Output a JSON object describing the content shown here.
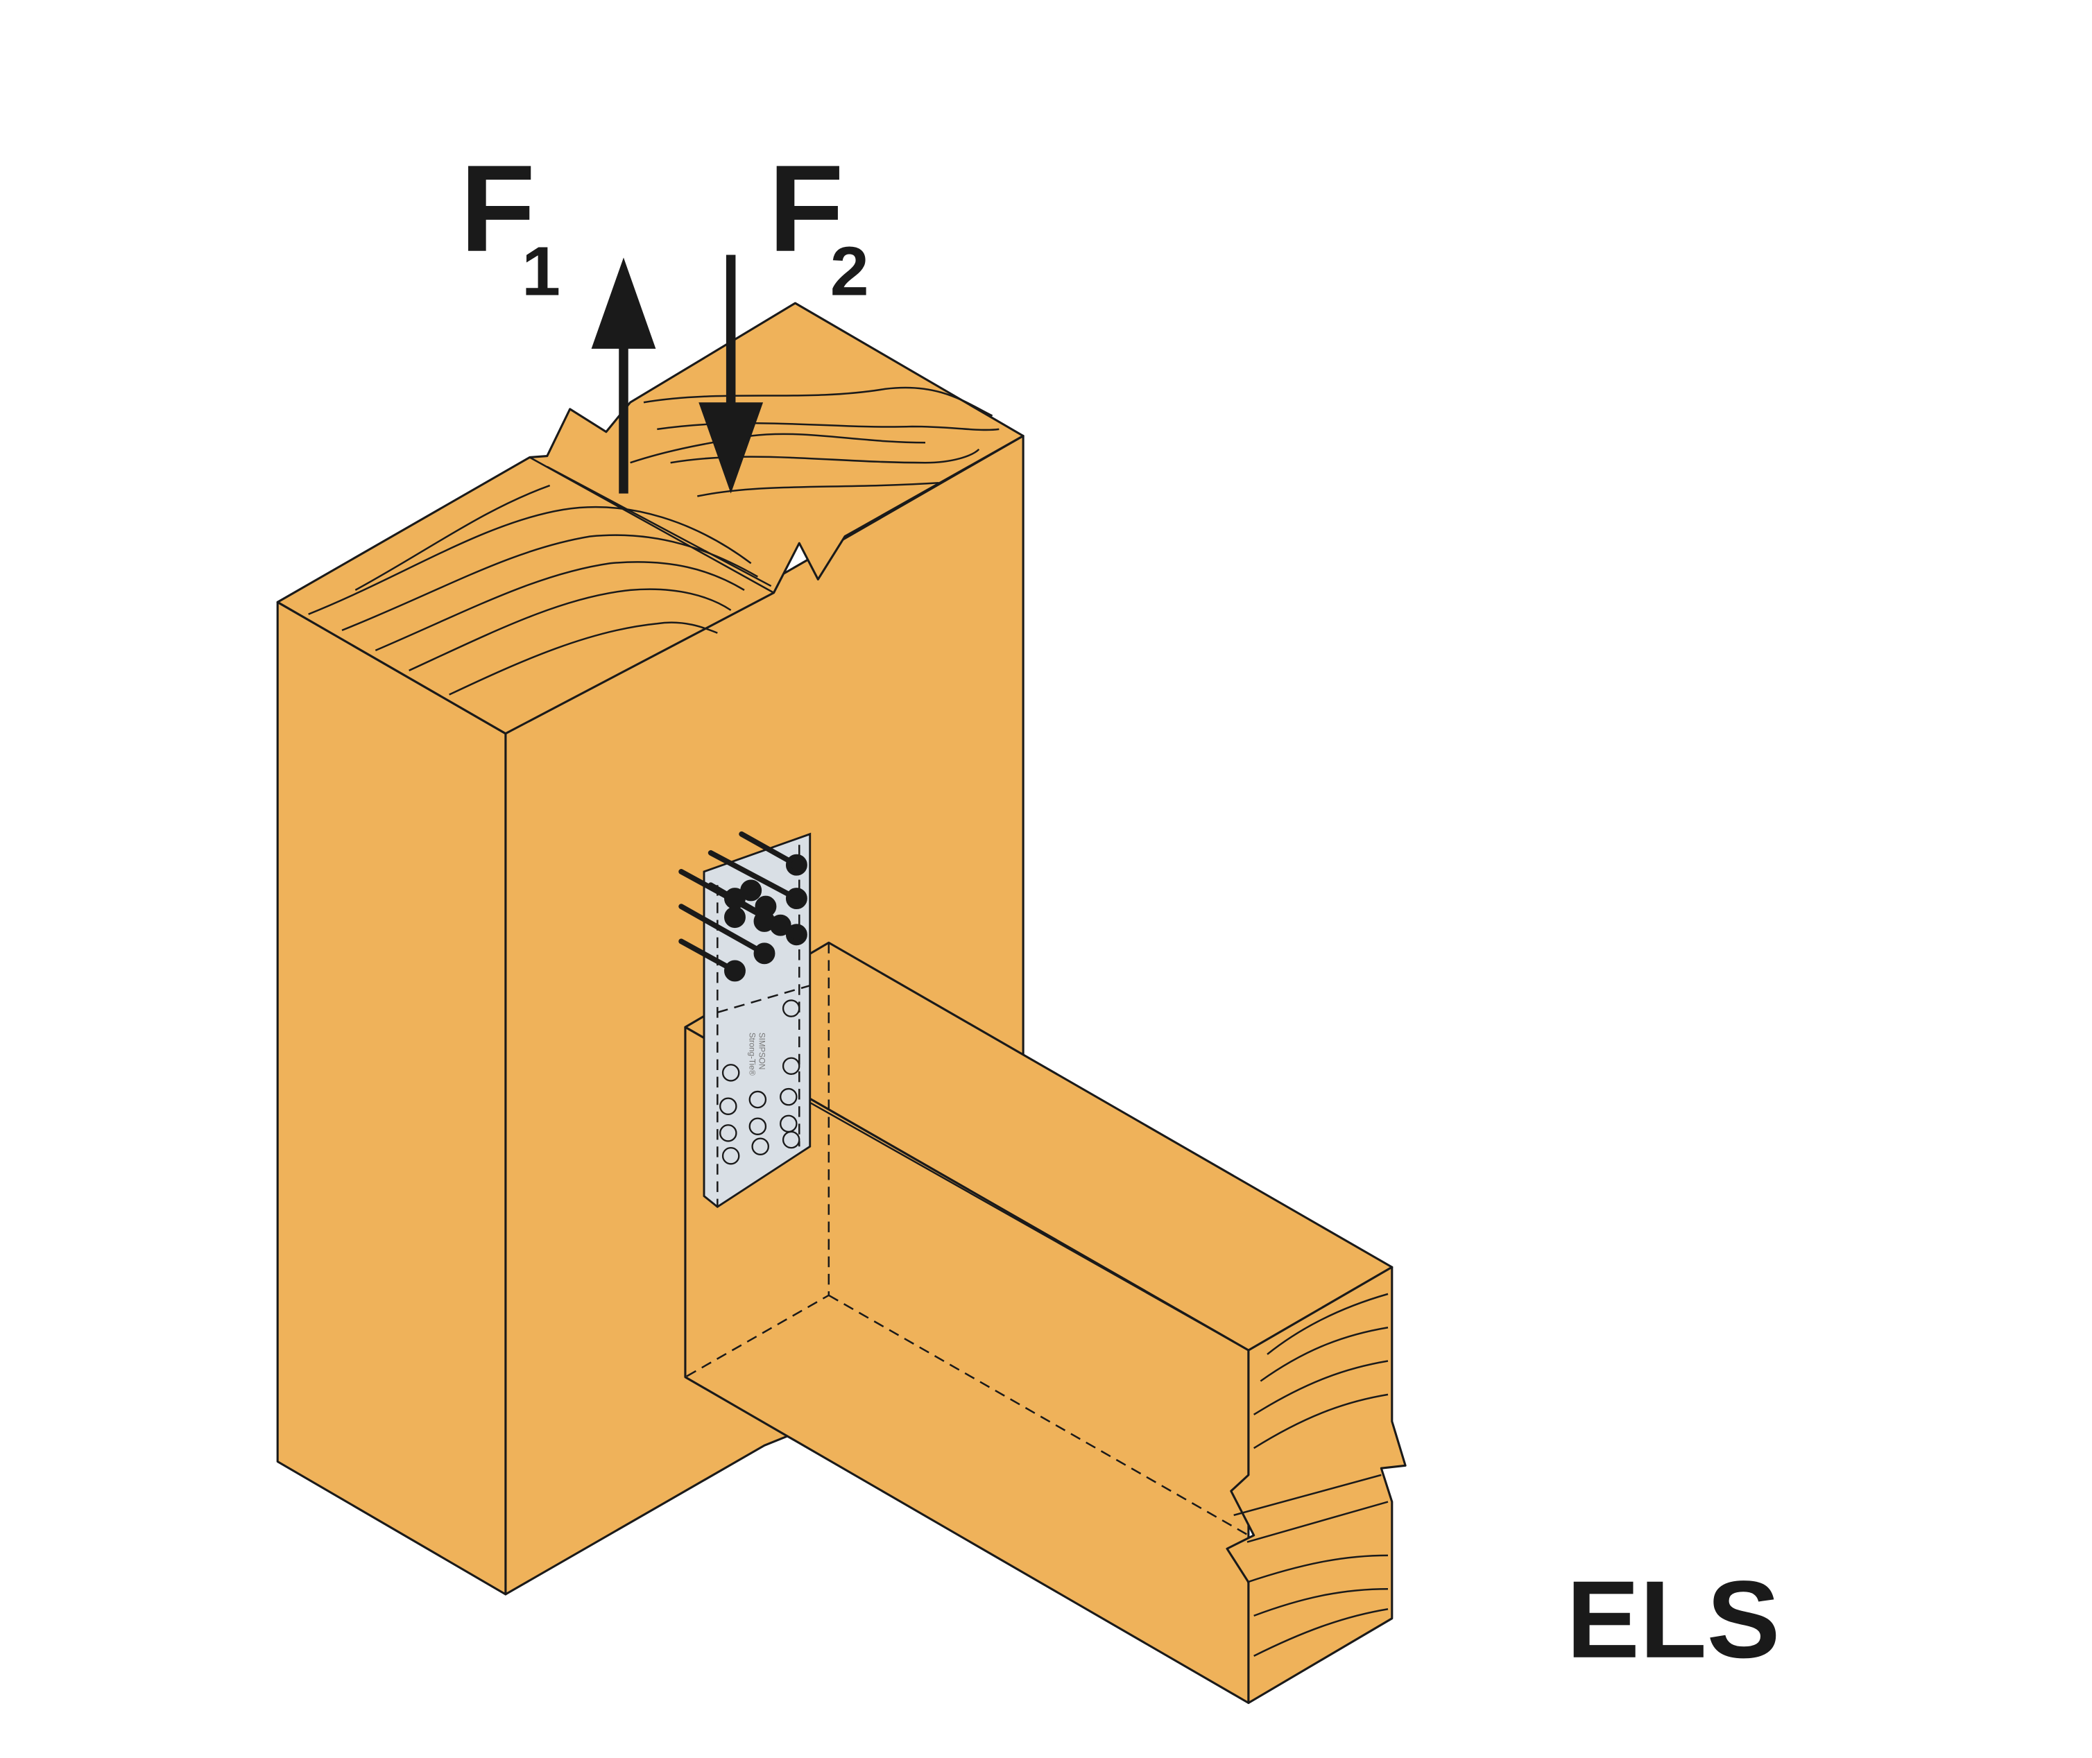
{
  "labels": {
    "force1": "F",
    "force1_sub": "1",
    "force2": "F",
    "force2_sub": "2",
    "product": "ELS"
  },
  "plate_logo": {
    "line1": "SIMPSON",
    "line2": "Strong-Tie®"
  },
  "colors": {
    "wood": "#efb25a",
    "plate": "#d9dfe5",
    "ink": "#1a1a1a"
  }
}
